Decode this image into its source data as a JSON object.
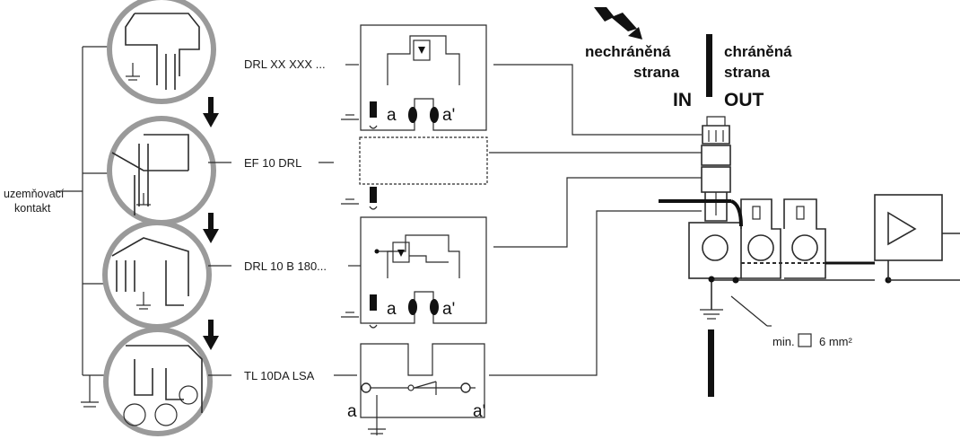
{
  "labels": {
    "drl_xx": "DRL XX XXX ...",
    "ef10": "EF 10 DRL",
    "drl10b": "DRL 10 B 180...",
    "tl10da": "TL 10DA LSA",
    "ground_contact_line1": "uzemňovací",
    "ground_contact_line2": "kontakt",
    "unprotected_line1": "nechráněná",
    "unprotected_line2": "strana",
    "protected_line1": "chráněná",
    "protected_line2": "strana",
    "in": "IN",
    "out": "OUT",
    "min_section_prefix": "min.",
    "min_section_value": "6 mm²",
    "a1": "a",
    "a1p": "a'",
    "a2": "a",
    "a2p": "a'",
    "a3": "a",
    "a3p": "a'"
  }
}
